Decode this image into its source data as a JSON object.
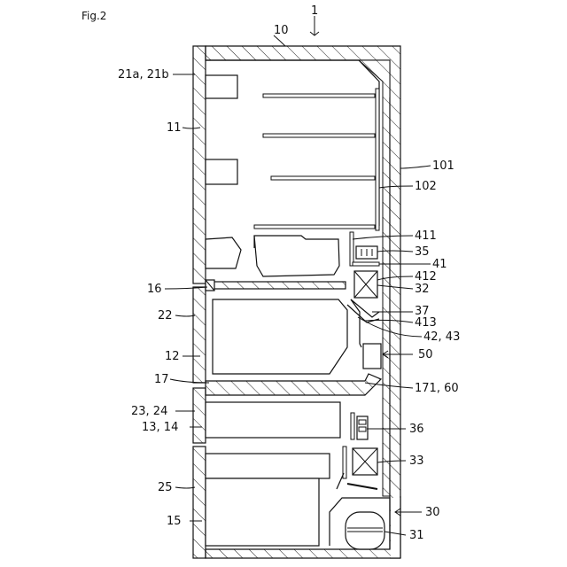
{
  "figure_title": "Fig.2",
  "labels": {
    "main": "1",
    "body": "10",
    "door_top": "21a, 21b",
    "compartment_top": "11",
    "outer_wall": "101",
    "inner_wall": "102",
    "part_411": "411",
    "part_35": "35",
    "part_41": "41",
    "part_412": "412",
    "partition_16": "16",
    "part_32": "32",
    "door_22": "22",
    "part_37": "37",
    "part_413": "413",
    "part_42_43": "42, 43",
    "compartment_12": "12",
    "part_50": "50",
    "partition_17": "17",
    "part_171_60": "171, 60",
    "doors_23_24": "23, 24",
    "compartments_13_14": "13, 14",
    "part_36": "36",
    "part_33": "33",
    "door_25": "25",
    "part_30": "30",
    "compartment_15": "15",
    "part_31": "31"
  }
}
